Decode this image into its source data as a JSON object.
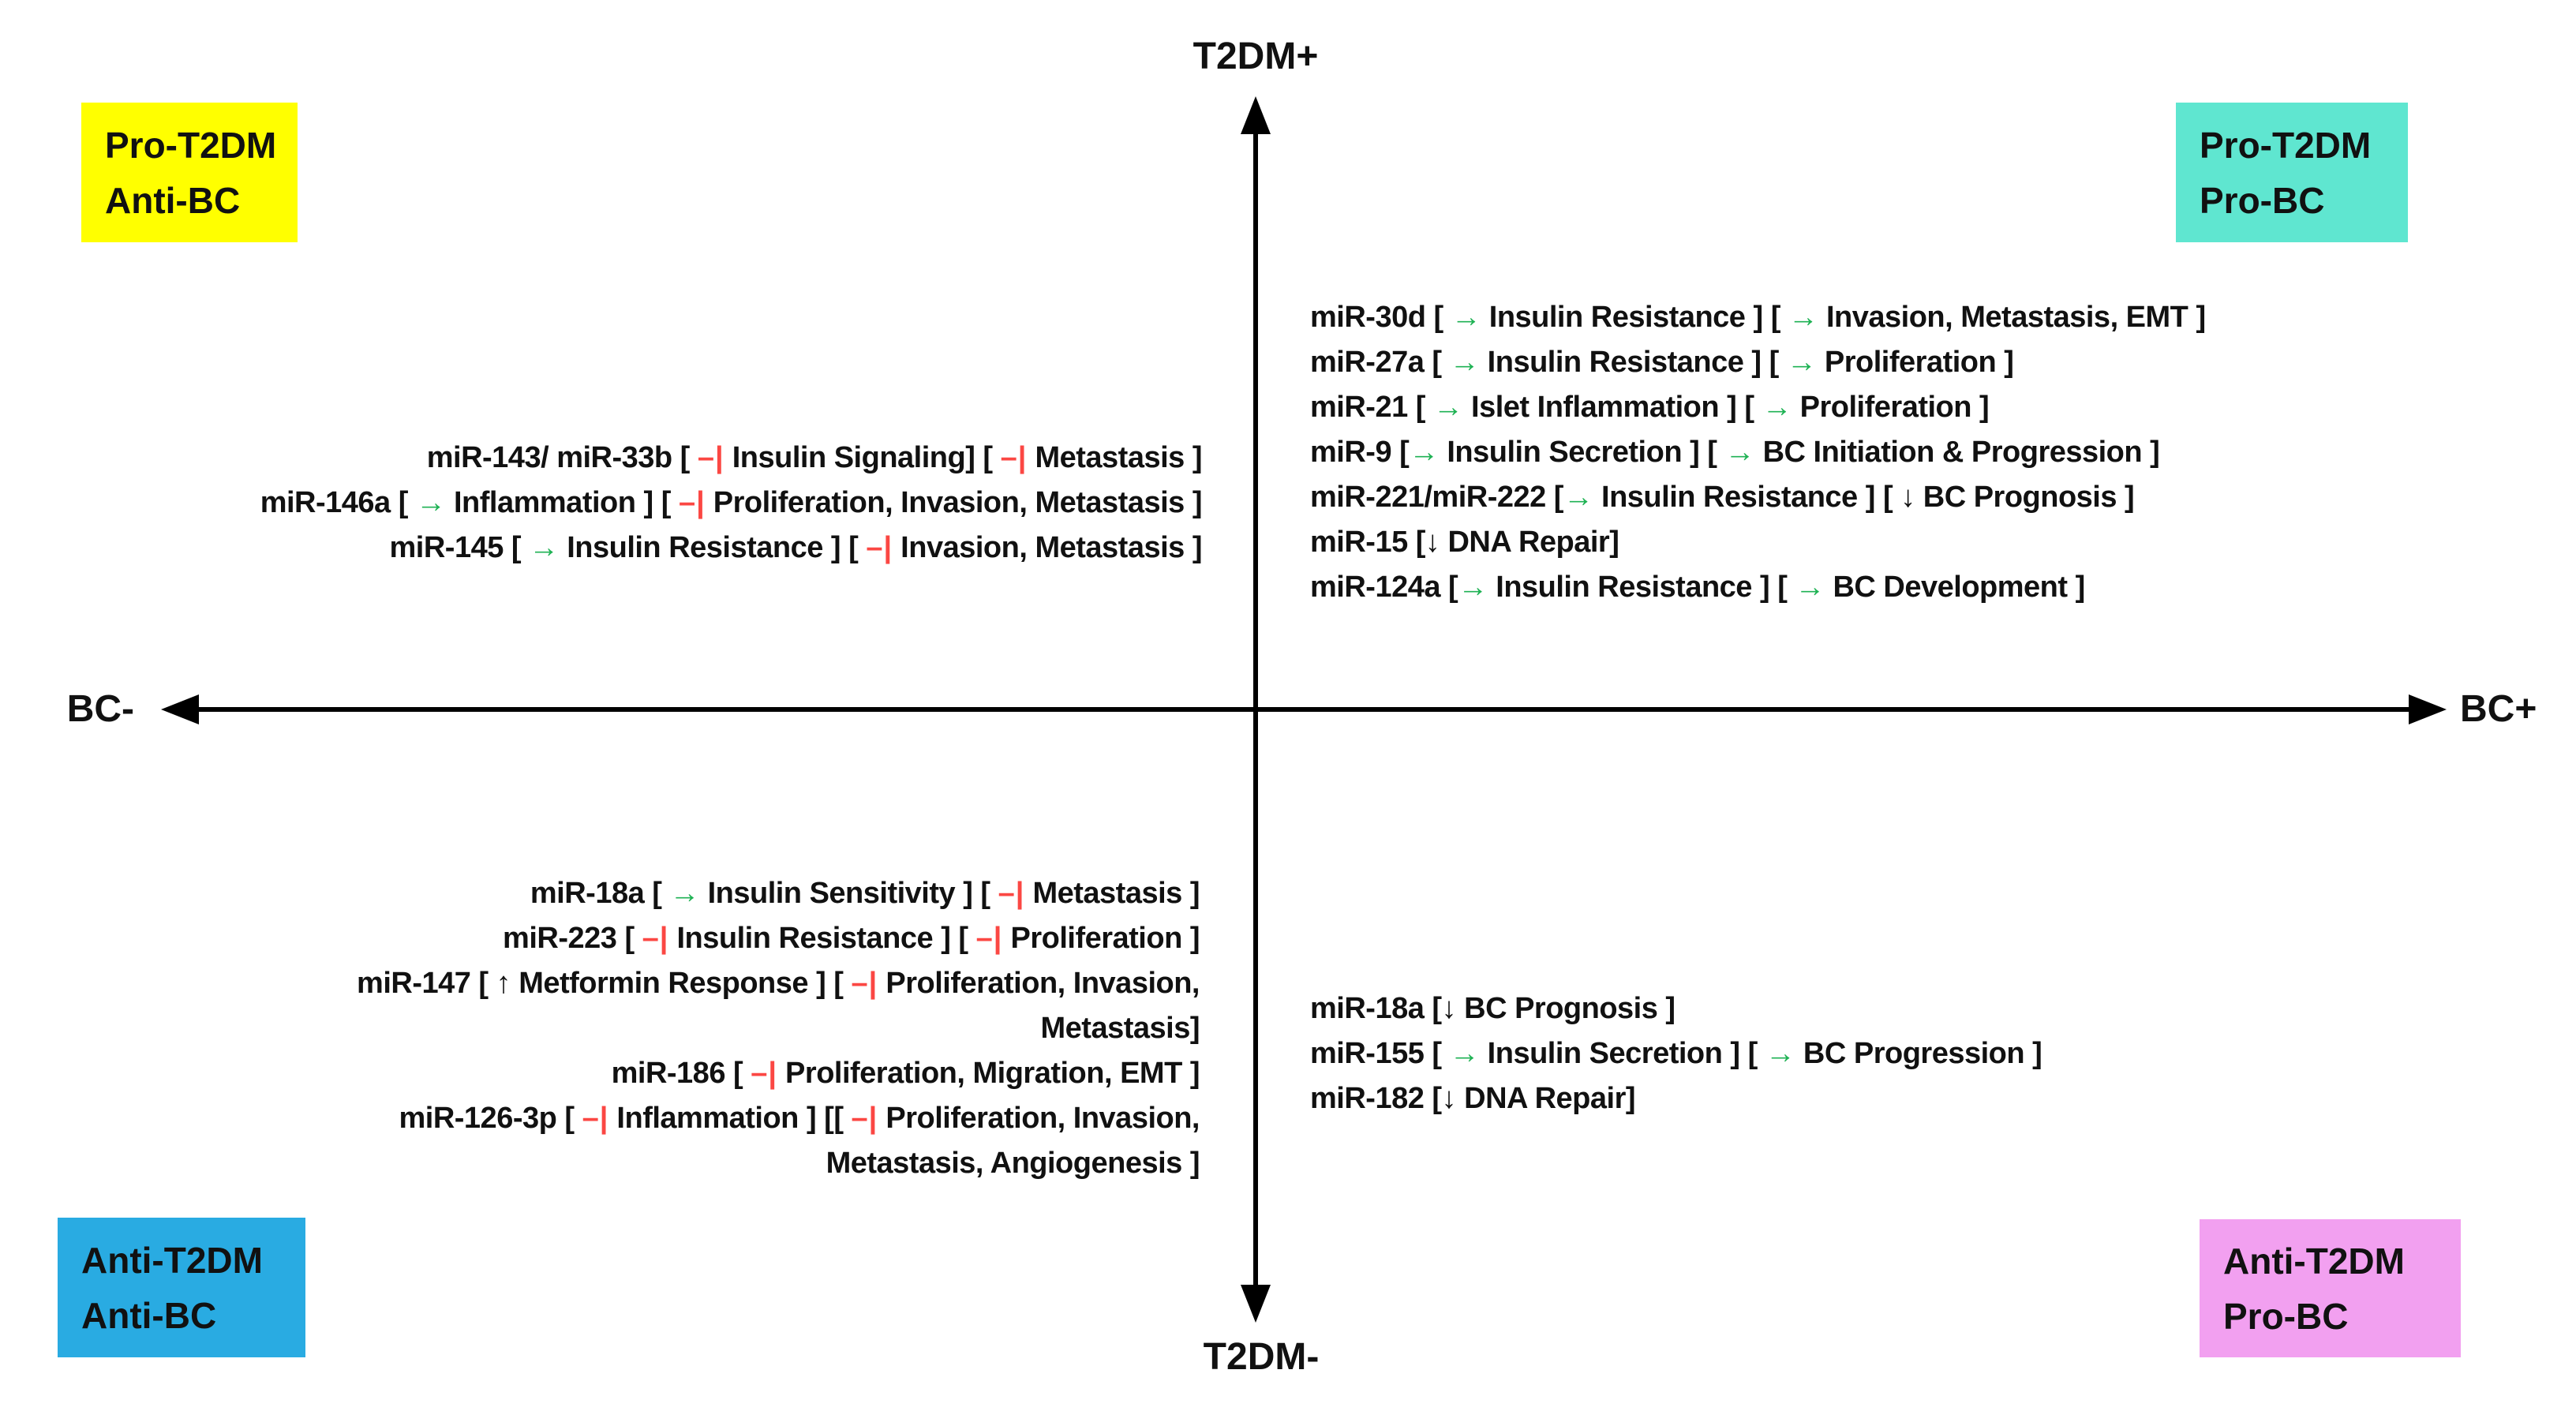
{
  "figure": {
    "axis_labels": {
      "top": "T2DM+",
      "bottom": "T2DM-",
      "left": "BC-",
      "right": "BC+"
    },
    "corner_boxes": {
      "top_left": {
        "line1": "Pro-T2DM",
        "line2": "Anti-BC",
        "bg": "#FFFF00"
      },
      "top_right": {
        "line1": "Pro-T2DM",
        "line2": "Pro-BC",
        "bg": "#5FE6D0"
      },
      "bottom_left": {
        "line1": "Anti-T2DM",
        "line2": "Anti-BC",
        "bg": "#29ABE2"
      },
      "bottom_right": {
        "line1": "Anti-T2DM",
        "line2": "Pro-BC",
        "bg": "#F2A0F0"
      }
    },
    "symbols": {
      "promote": {
        "glyph": "→",
        "color": "#1FB254",
        "meaning": "promotes"
      },
      "inhibit": {
        "glyph": "–|",
        "color": "#FB4743",
        "meaning": "inhibits"
      },
      "up": {
        "glyph": "↑",
        "color": "#111111",
        "meaning": "increases"
      },
      "down": {
        "glyph": "↓",
        "color": "#111111",
        "meaning": "decreases"
      }
    },
    "quadrants": {
      "top_left": {
        "align": "right",
        "lines": [
          [
            {
              "t": "miR-143/ miR-33b [ "
            },
            {
              "s": "inhibit"
            },
            {
              "t": " Insulin Signaling] [ "
            },
            {
              "s": "inhibit"
            },
            {
              "t": " Metastasis ]"
            }
          ],
          [
            {
              "t": "miR-146a [ "
            },
            {
              "s": "promote"
            },
            {
              "t": " Inflammation ] [ "
            },
            {
              "s": "inhibit"
            },
            {
              "t": " Proliferation, Invasion, Metastasis ]"
            }
          ],
          [
            {
              "t": "miR-145 [ "
            },
            {
              "s": "promote"
            },
            {
              "t": " Insulin Resistance ] [ "
            },
            {
              "s": "inhibit"
            },
            {
              "t": " Invasion, Metastasis ]"
            }
          ]
        ]
      },
      "top_right": {
        "align": "left",
        "lines": [
          [
            {
              "t": "miR-30d [ "
            },
            {
              "s": "promote"
            },
            {
              "t": " Insulin Resistance ] [ "
            },
            {
              "s": "promote"
            },
            {
              "t": " Invasion, Metastasis, EMT ]"
            }
          ],
          [
            {
              "t": "miR-27a [ "
            },
            {
              "s": "promote"
            },
            {
              "t": " Insulin Resistance ] [ "
            },
            {
              "s": "promote"
            },
            {
              "t": " Proliferation ]"
            }
          ],
          [
            {
              "t": "miR-21 [ "
            },
            {
              "s": "promote"
            },
            {
              "t": " Islet Inflammation ] [ "
            },
            {
              "s": "promote"
            },
            {
              "t": " Proliferation ]"
            }
          ],
          [
            {
              "t": "miR-9 ["
            },
            {
              "s": "promote"
            },
            {
              "t": " Insulin Secretion ] [ "
            },
            {
              "s": "promote"
            },
            {
              "t": " BC Initiation & Progression ]"
            }
          ],
          [
            {
              "t": "miR-221/miR-222 ["
            },
            {
              "s": "promote"
            },
            {
              "t": " Insulin Resistance ] [ "
            },
            {
              "s": "down"
            },
            {
              "t": " BC Prognosis ]"
            }
          ],
          [
            {
              "t": "miR-15 ["
            },
            {
              "s": "down"
            },
            {
              "t": " DNA Repair]"
            }
          ],
          [
            {
              "t": "miR-124a ["
            },
            {
              "s": "promote"
            },
            {
              "t": " Insulin Resistance ] [ "
            },
            {
              "s": "promote"
            },
            {
              "t": " BC Development ]"
            }
          ]
        ]
      },
      "bottom_left": {
        "align": "right",
        "lines": [
          [
            {
              "t": "miR-18a [ "
            },
            {
              "s": "promote"
            },
            {
              "t": " Insulin Sensitivity ] [ "
            },
            {
              "s": "inhibit"
            },
            {
              "t": " Metastasis ]"
            }
          ],
          [
            {
              "t": "miR-223 [ "
            },
            {
              "s": "inhibit"
            },
            {
              "t": " Insulin Resistance ] [ "
            },
            {
              "s": "inhibit"
            },
            {
              "t": " Proliferation ]"
            }
          ],
          [
            {
              "t": "miR-147 [ "
            },
            {
              "s": "up"
            },
            {
              "t": " Metformin Response ] [ "
            },
            {
              "s": "inhibit"
            },
            {
              "t": " Proliferation, Invasion,"
            }
          ],
          [
            {
              "t": "Metastasis]"
            }
          ],
          [
            {
              "t": "miR-186 [ "
            },
            {
              "s": "inhibit"
            },
            {
              "t": " Proliferation, Migration, EMT ]"
            }
          ],
          [
            {
              "t": "miR-126-3p [ "
            },
            {
              "s": "inhibit"
            },
            {
              "t": " Inflammation ] [[ "
            },
            {
              "s": "inhibit"
            },
            {
              "t": " Proliferation, Invasion,"
            }
          ],
          [
            {
              "t": "Metastasis, Angiogenesis ]"
            }
          ]
        ]
      },
      "bottom_right": {
        "align": "left",
        "lines": [
          [
            {
              "t": "miR-18a ["
            },
            {
              "s": "down"
            },
            {
              "t": " BC Prognosis ]"
            }
          ],
          [
            {
              "t": "miR-155 [ "
            },
            {
              "s": "promote"
            },
            {
              "t": " Insulin Secretion ] [ "
            },
            {
              "s": "promote"
            },
            {
              "t": " BC Progression ]"
            }
          ],
          [
            {
              "t": "miR-182 ["
            },
            {
              "s": "down"
            },
            {
              "t": " DNA Repair]"
            }
          ]
        ]
      }
    }
  }
}
